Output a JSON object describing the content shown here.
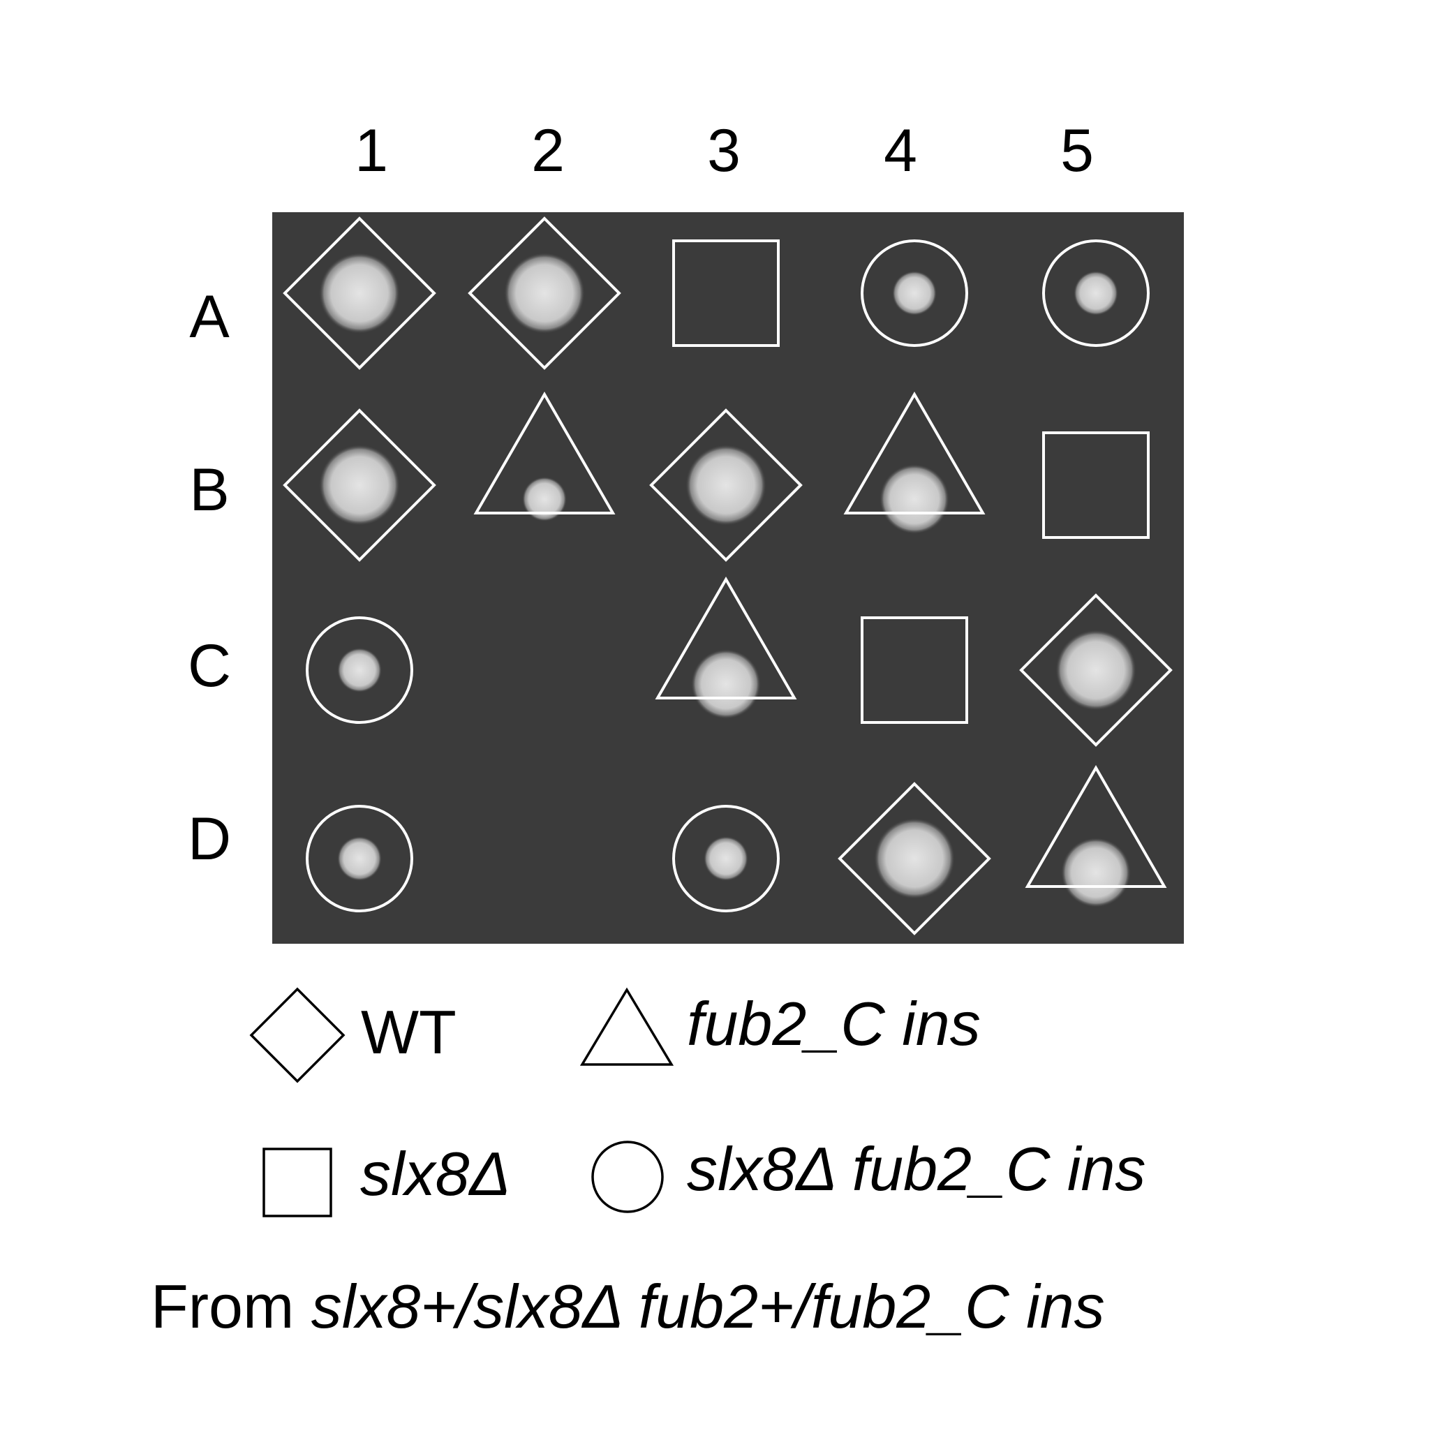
{
  "columns": [
    "1",
    "2",
    "3",
    "4",
    "5"
  ],
  "rows": [
    "A",
    "B",
    "C",
    "D"
  ],
  "spots": [
    {
      "row": "A",
      "col": "1",
      "marker": "diamond",
      "colony": "large"
    },
    {
      "row": "A",
      "col": "2",
      "marker": "diamond",
      "colony": "large"
    },
    {
      "row": "A",
      "col": "3",
      "marker": "square",
      "colony": "none"
    },
    {
      "row": "A",
      "col": "4",
      "marker": "circle",
      "colony": "small"
    },
    {
      "row": "A",
      "col": "5",
      "marker": "circle",
      "colony": "small"
    },
    {
      "row": "B",
      "col": "1",
      "marker": "diamond",
      "colony": "large"
    },
    {
      "row": "B",
      "col": "2",
      "marker": "triangle",
      "colony": "small"
    },
    {
      "row": "B",
      "col": "3",
      "marker": "diamond",
      "colony": "large"
    },
    {
      "row": "B",
      "col": "4",
      "marker": "triangle",
      "colony": "medium"
    },
    {
      "row": "B",
      "col": "5",
      "marker": "square",
      "colony": "none"
    },
    {
      "row": "C",
      "col": "1",
      "marker": "circle",
      "colony": "small"
    },
    {
      "row": "C",
      "col": "3",
      "marker": "triangle",
      "colony": "medium"
    },
    {
      "row": "C",
      "col": "4",
      "marker": "square",
      "colony": "none"
    },
    {
      "row": "C",
      "col": "5",
      "marker": "diamond",
      "colony": "large"
    },
    {
      "row": "D",
      "col": "1",
      "marker": "circle",
      "colony": "small"
    },
    {
      "row": "D",
      "col": "3",
      "marker": "circle",
      "colony": "small"
    },
    {
      "row": "D",
      "col": "4",
      "marker": "diamond",
      "colony": "large"
    },
    {
      "row": "D",
      "col": "5",
      "marker": "triangle",
      "colony": "medium"
    }
  ],
  "legend": {
    "wt": "WT",
    "fub2": "fub2_C ins",
    "slx8": "slx8Δ",
    "double": "slx8Δ fub2_C ins"
  },
  "source": {
    "prefix": "From ",
    "genotype": "slx8+/slx8Δ fub2+/fub2_C ins"
  },
  "colors": {
    "plate": "#3b3b3b",
    "marker_stroke": "#ffffff",
    "colony": "#d9d9d9"
  }
}
